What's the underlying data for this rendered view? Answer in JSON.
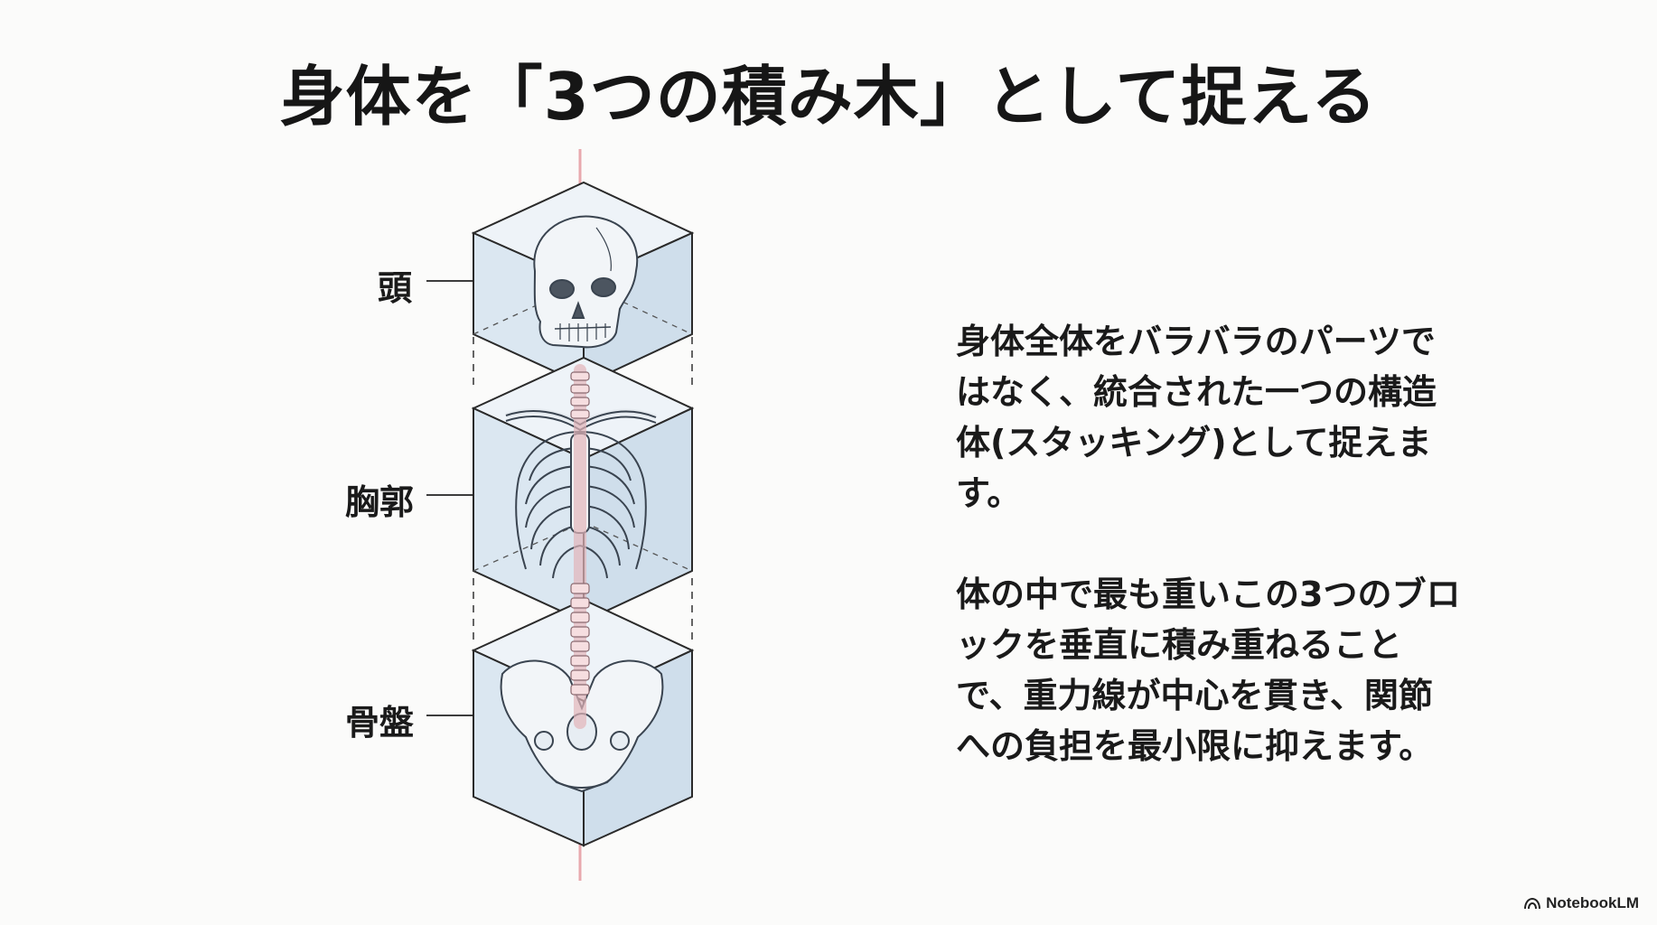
{
  "title": "身体を「3つの積み木」として捉える",
  "labels": {
    "head": "頭",
    "thorax": "胸郭",
    "pelvis": "骨盤"
  },
  "description": {
    "paragraph1": "身体全体をバラバラのパーツではなく、統合された一つの構造体(スタッキング)として捉えます。",
    "paragraph2": "体の中で最も重いこの3つのブロックを垂直に積み重ねることで、重力線が中心を貫き、関節への負担を最小限に抑えます。"
  },
  "brand": {
    "name": "NotebookLM",
    "icon": "notebooklm-logo-icon"
  },
  "colors": {
    "gravity_line": "#e8a9ae",
    "block_fill": "#dde9f3",
    "block_edge": "#2a2a2a",
    "bone": "#f1f4f7"
  }
}
